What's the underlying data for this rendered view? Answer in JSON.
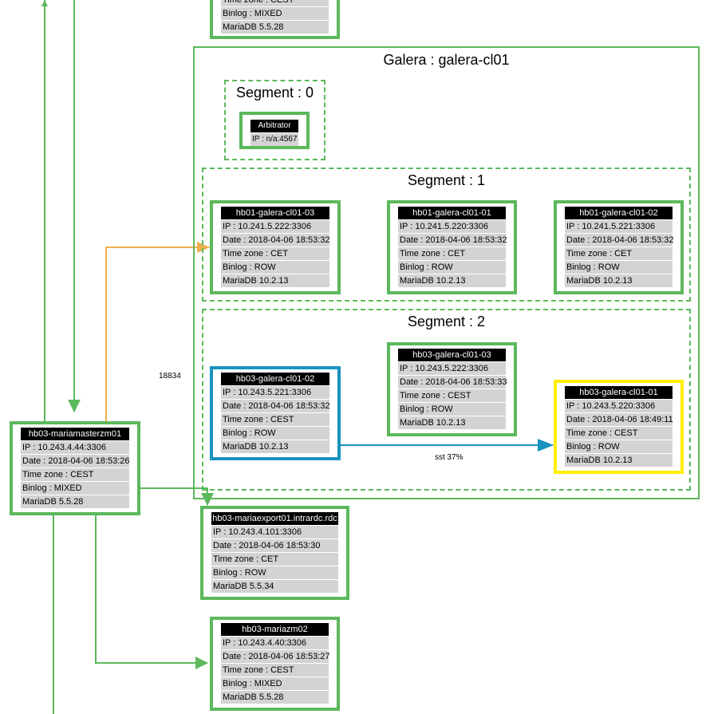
{
  "colors": {
    "green": "#5cb85c",
    "orange": "#f0ad4e",
    "blue": "#1a93bf",
    "yellow": "#ffee00",
    "row_bg": "#d3d3d3"
  },
  "top_node": {
    "rows": [
      "Time zone : CEST",
      "Binlog : MIXED",
      "MariaDB 5.5.28"
    ]
  },
  "galera": {
    "title": "Galera : galera-cl01",
    "segment0": {
      "title": "Segment : 0",
      "arbitrator": {
        "title": "Arbitrator",
        "rows": [
          "IP : n/a:4567"
        ]
      }
    },
    "segment1": {
      "title": "Segment : 1",
      "nodes": [
        {
          "title": "hb01-galera-cl01-03",
          "rows": [
            "IP : 10.241.5.222:3306",
            "Date : 2018-04-06 18:53:32",
            "Time zone : CET",
            "Binlog : ROW",
            "MariaDB 10.2.13"
          ]
        },
        {
          "title": "hb01-galera-cl01-01",
          "rows": [
            "IP : 10.241.5.220:3306",
            "Date : 2018-04-06 18:53:32",
            "Time zone : CET",
            "Binlog : ROW",
            "MariaDB 10.2.13"
          ]
        },
        {
          "title": "hb01-galera-cl01-02",
          "rows": [
            "IP : 10.241.5.221:3306",
            "Date : 2018-04-06 18:53:32",
            "Time zone : CET",
            "Binlog : ROW",
            "MariaDB 10.2.13"
          ]
        }
      ]
    },
    "segment2": {
      "title": "Segment : 2",
      "nodes": [
        {
          "title": "hb03-galera-cl01-02",
          "rows": [
            "IP : 10.243.5.221:3306",
            "Date : 2018-04-06 18:53:32",
            "Time zone : CEST",
            "Binlog : ROW",
            "MariaDB 10.2.13"
          ]
        },
        {
          "title": "hb03-galera-cl01-03",
          "rows": [
            "IP : 10.243.5.222:3306",
            "Date : 2018-04-06 18:53:33",
            "Time zone : CEST",
            "Binlog : ROW",
            "MariaDB 10.2.13"
          ]
        },
        {
          "title": "hb03-galera-cl01-01",
          "rows": [
            "IP : 10.243.5.220:3306",
            "Date : 2018-04-06 18:49:11",
            "Time zone : CEST",
            "Binlog : ROW",
            "MariaDB 10.2.13"
          ]
        }
      ]
    }
  },
  "master": {
    "title": "hb03-mariamasterzm01",
    "rows": [
      "IP : 10.243.4.44:3306",
      "Date : 2018-04-06 18:53:26",
      "Time zone : CEST",
      "Binlog : MIXED",
      "MariaDB 5.5.28"
    ]
  },
  "export": {
    "title": "hb03-mariaexport01.intrardc.rdc",
    "rows": [
      "IP : 10.243.4.101:3306",
      "Date : 2018-04-06 18:53:30",
      "Time zone : CET",
      "Binlog : ROW",
      "MariaDB 5.5.34"
    ]
  },
  "zm02": {
    "title": "hb03-mariazm02",
    "rows": [
      "IP : 10.243.4.40:3306",
      "Date : 2018-04-06 18:53:27",
      "Time zone : CEST",
      "Binlog : MIXED",
      "MariaDB 5.5.28"
    ]
  },
  "edge_labels": {
    "delay": "18834",
    "sst": "sst 37%"
  }
}
